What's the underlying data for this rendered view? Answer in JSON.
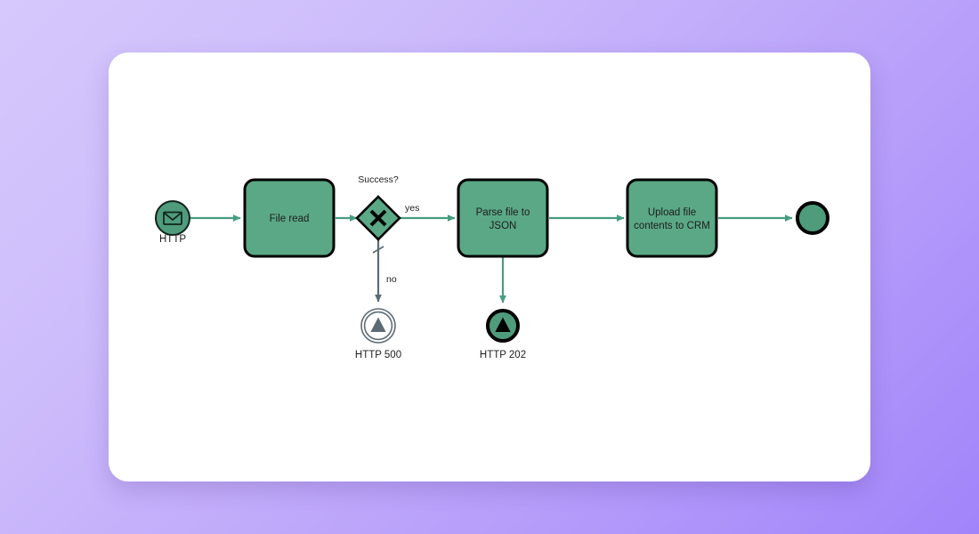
{
  "page": {
    "title": "BPMN Process Diagram",
    "background_gradient_from": "#d6c8fc",
    "background_gradient_to": "#a184fa",
    "card_background": "#ffffff"
  },
  "theme": {
    "task_fill": "#5aa886",
    "task_stroke": "#000000",
    "event_fill": "#4e9c7b",
    "event_stroke": "#000000",
    "gateway_fill": "#5aa886",
    "gateway_stroke": "#000000",
    "flow_active": "#479d7f",
    "flow_inactive": "#5d6b75",
    "inactive_fill": "#ffffff",
    "inactive_icon": "#5d6b75",
    "label_color": "#1d1d1d"
  },
  "diagram": {
    "type": "bpmn-process",
    "nodes": [
      {
        "id": "start-http",
        "kind": "message-start-event",
        "icon": "envelope-icon",
        "caption": "HTTP",
        "state": "active"
      },
      {
        "id": "task-file-read",
        "kind": "task",
        "label": "File read",
        "label_lines": [
          "File read"
        ],
        "state": "active"
      },
      {
        "id": "gateway-success",
        "kind": "exclusive-gateway",
        "icon": "x-icon",
        "label": "Success?",
        "state": "active"
      },
      {
        "id": "task-parse-json",
        "kind": "task",
        "label": "Parse file to JSON",
        "label_lines": [
          "Parse file to",
          "JSON"
        ],
        "state": "active"
      },
      {
        "id": "task-upload-crm",
        "kind": "task",
        "label": "Upload file contents to CRM",
        "label_lines": [
          "Upload file",
          "contents to CRM"
        ],
        "state": "active"
      },
      {
        "id": "end-event",
        "kind": "end-event",
        "caption": "",
        "state": "active"
      },
      {
        "id": "event-http-500",
        "kind": "intermediate-escalation-event",
        "icon": "triangle-icon",
        "caption": "HTTP 500",
        "state": "inactive"
      },
      {
        "id": "event-http-202",
        "kind": "escalation-end-event",
        "icon": "triangle-icon",
        "caption": "HTTP 202",
        "state": "active"
      }
    ],
    "flows": [
      {
        "id": "flow-start-to-fileread",
        "from": "start-http",
        "to": "task-file-read",
        "label": "",
        "state": "active"
      },
      {
        "id": "flow-fileread-to-gateway",
        "from": "task-file-read",
        "to": "gateway-success",
        "label": "",
        "state": "active"
      },
      {
        "id": "flow-gateway-yes",
        "from": "gateway-success",
        "to": "task-parse-json",
        "label": "yes",
        "state": "active"
      },
      {
        "id": "flow-gateway-no",
        "from": "gateway-success",
        "to": "event-http-500",
        "label": "no",
        "state": "inactive",
        "default": true
      },
      {
        "id": "flow-parse-to-upload",
        "from": "task-parse-json",
        "to": "task-upload-crm",
        "label": "",
        "state": "active"
      },
      {
        "id": "flow-parse-to-http202",
        "from": "task-parse-json",
        "to": "event-http-202",
        "label": "",
        "state": "active"
      },
      {
        "id": "flow-upload-to-end",
        "from": "task-upload-crm",
        "to": "end-event",
        "label": "",
        "state": "active"
      }
    ]
  },
  "labels": {
    "start_caption": "HTTP",
    "task_file_read": "File read",
    "gateway_question": "Success?",
    "branch_yes": "yes",
    "branch_no": "no",
    "task_parse_line1": "Parse file to",
    "task_parse_line2": "JSON",
    "task_upload_line1": "Upload file",
    "task_upload_line2": "contents to CRM",
    "event_http500_caption": "HTTP 500",
    "event_http202_caption": "HTTP 202"
  }
}
